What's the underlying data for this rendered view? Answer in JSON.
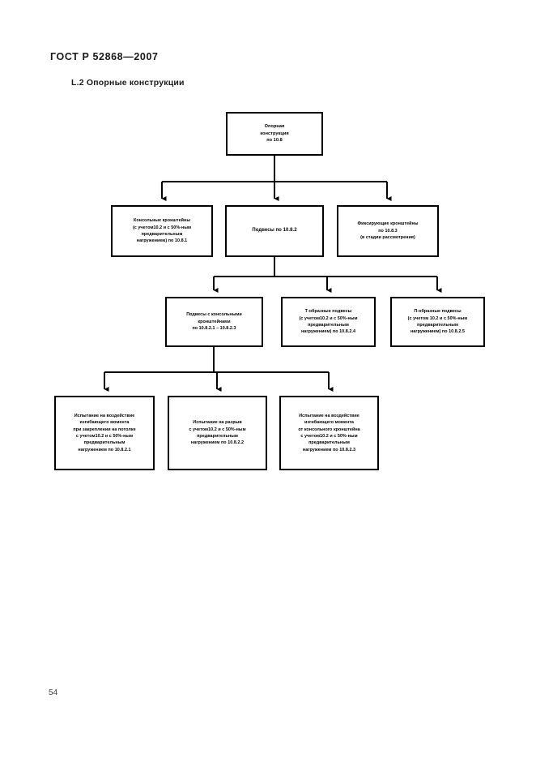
{
  "document": {
    "standard_header": "ГОСТ Р 52868—2007",
    "section_title": "L.2 Опорные конструкции",
    "page_number": "54"
  },
  "chart_data": {
    "type": "diagram",
    "title": "L.2 Опорные конструкции",
    "orientation": "top-down",
    "levels": 4,
    "nodes": [
      {
        "id": "root",
        "level": 1,
        "text": "Опорная\nконструкция\nпо 10.8"
      },
      {
        "id": "l2-left",
        "level": 2,
        "text": "Консольные кронштейны\n(с учетом10.2 и с 50%-ным\nпредварительным\nнагружением) по 10.8.1"
      },
      {
        "id": "l2-mid",
        "level": 2,
        "text": "Подвесы по 10.8.2"
      },
      {
        "id": "l2-right",
        "level": 2,
        "text": "Фиксирующие кронштейны\nпо 10.8.3\n(в стадии рассмотрения)"
      },
      {
        "id": "l3-left",
        "level": 3,
        "text": "Подвесы с консольными\nкронштейнами\nпо 10.8.2.1 – 10.8.2.3"
      },
      {
        "id": "l3-mid",
        "level": 3,
        "text": "Т-образные подвесы\n(с учетом10.2 и с 50%-ным\nпредварительным\nнагружением) по 10.8.2.4"
      },
      {
        "id": "l3-right",
        "level": 3,
        "text": "П-образные подвесы\n(с учетом 10.2 и с 50%-ным\nпредварительным\nнагружением) по 10.8.2.5"
      },
      {
        "id": "l4-left",
        "level": 4,
        "text": "Испытание на воздействие\nизгибающего момента\nпри закреплении на потолке\nс учетом10.2 и с 50%-ным\nпредварительным\nнагружением по 10.8.2.1"
      },
      {
        "id": "l4-mid",
        "level": 4,
        "text": "Испытание на разрыв\nс учетом10.2 и с 50%-ным\nпредварительным\nнагружением по 10.8.2.2"
      },
      {
        "id": "l4-right",
        "level": 4,
        "text": "Испытание на воздействие\nизгибающего момента\nот консольного кронштейна\nс учетом10.2 и с 50%-ным\nпредварительным\nнагружением по 10.8.2.3"
      }
    ],
    "edges": [
      {
        "from": "root",
        "to": "l2-left"
      },
      {
        "from": "root",
        "to": "l2-mid"
      },
      {
        "from": "root",
        "to": "l2-right"
      },
      {
        "from": "l2-mid",
        "to": "l3-left"
      },
      {
        "from": "l2-mid",
        "to": "l3-mid"
      },
      {
        "from": "l2-mid",
        "to": "l3-right"
      },
      {
        "from": "l3-left",
        "to": "l4-left"
      },
      {
        "from": "l3-left",
        "to": "l4-mid"
      },
      {
        "from": "l3-left",
        "to": "l4-right"
      }
    ],
    "colors": {
      "line": "#000000",
      "box_border": "#000000",
      "box_fill": "#ffffff",
      "text": "#000000"
    }
  }
}
